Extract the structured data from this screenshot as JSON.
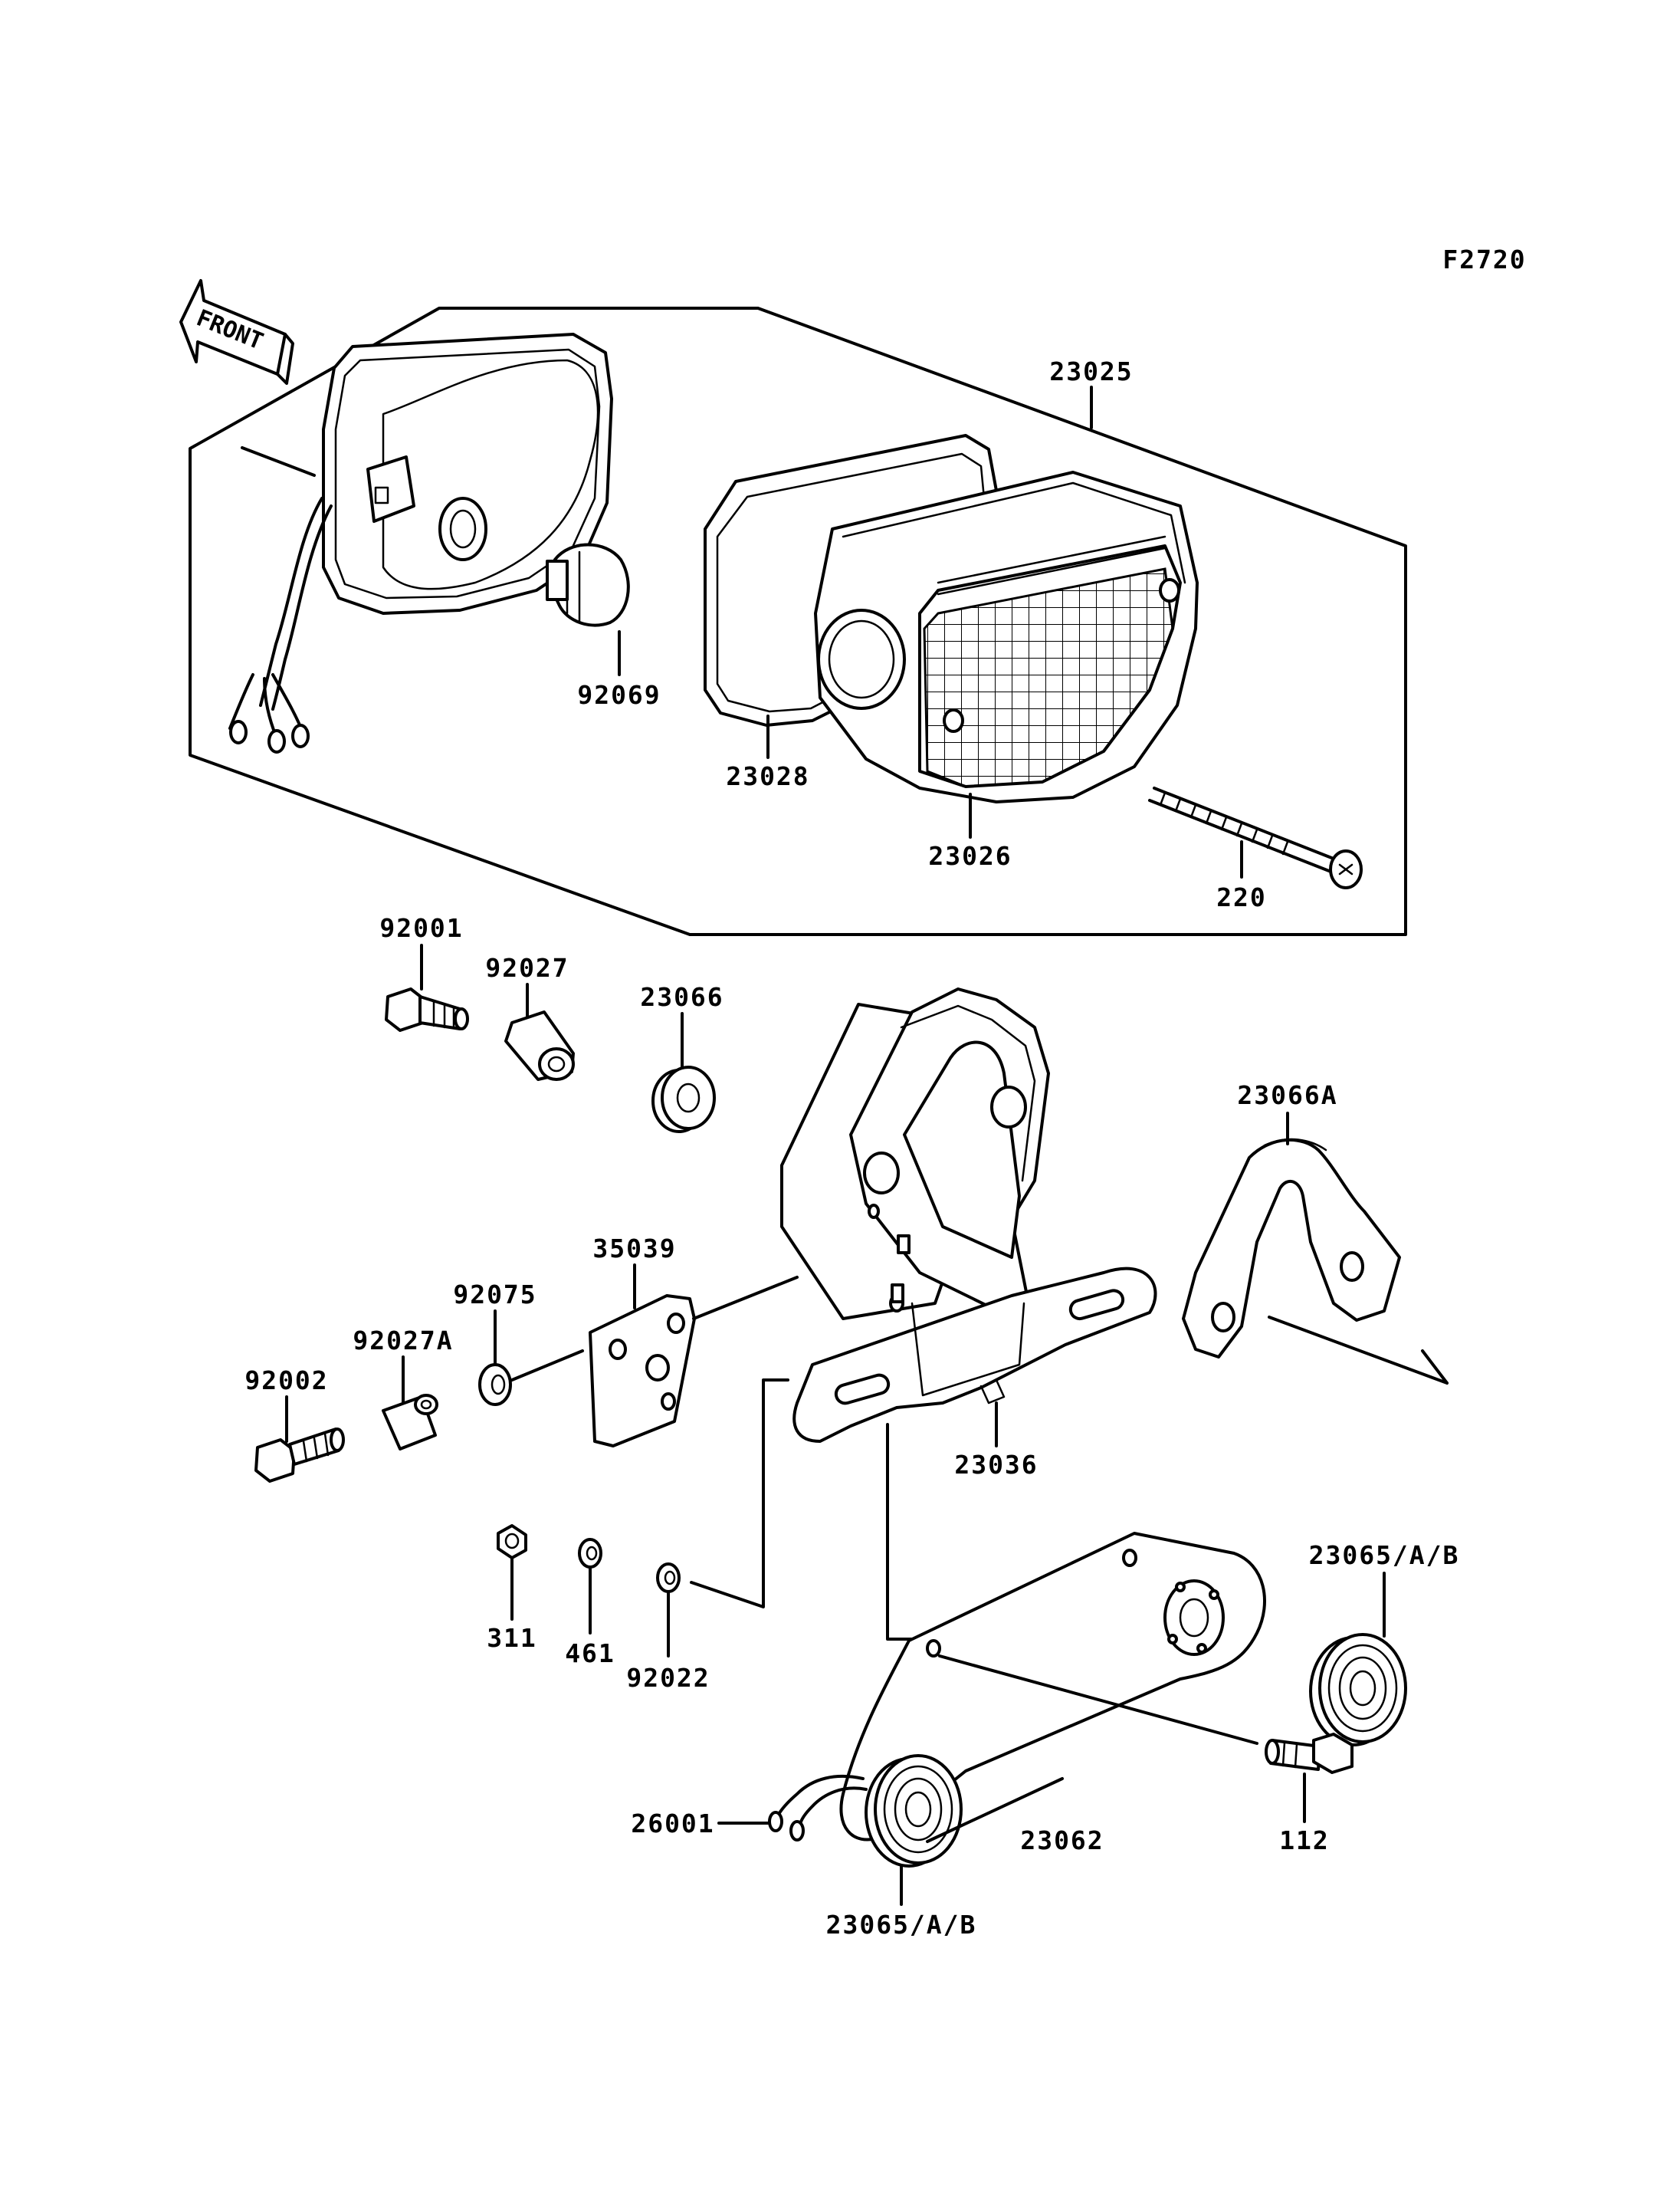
{
  "figure_code": "F2720",
  "direction_label": "FRONT",
  "labels": [
    {
      "id": "23025",
      "text": "23025"
    },
    {
      "id": "92069",
      "text": "92069"
    },
    {
      "id": "23028",
      "text": "23028"
    },
    {
      "id": "23026",
      "text": "23026"
    },
    {
      "id": "220",
      "text": "220"
    },
    {
      "id": "92001",
      "text": "92001"
    },
    {
      "id": "92027",
      "text": "92027"
    },
    {
      "id": "23066",
      "text": "23066"
    },
    {
      "id": "23066A",
      "text": "23066A"
    },
    {
      "id": "35039",
      "text": "35039"
    },
    {
      "id": "92075",
      "text": "92075"
    },
    {
      "id": "92027A",
      "text": "92027A"
    },
    {
      "id": "92002",
      "text": "92002"
    },
    {
      "id": "23036",
      "text": "23036"
    },
    {
      "id": "311",
      "text": "311"
    },
    {
      "id": "461",
      "text": "461"
    },
    {
      "id": "92022",
      "text": "92022"
    },
    {
      "id": "23065AB_right",
      "text": "23065/A/B"
    },
    {
      "id": "112",
      "text": "112"
    },
    {
      "id": "26001",
      "text": "26001"
    },
    {
      "id": "23062",
      "text": "23062"
    },
    {
      "id": "23065AB_bottom",
      "text": "23065/A/B"
    }
  ]
}
